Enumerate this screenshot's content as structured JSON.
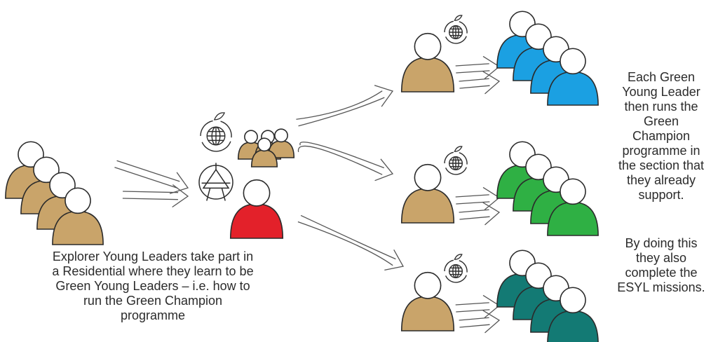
{
  "captions": {
    "left": "Explorer Young Leaders take part in\na Residential where they learn to be\nGreen Young Leaders – i.e. how to\nrun the Green Champion\nprogramme",
    "right_1": "Each Green\nYoung Leader\nthen runs the\nGreen\nChampion\nprogramme in\nthe section that\nthey already\nsupport.",
    "right_2": "By doing this\nthey also\ncomplete the\nESYL missions."
  },
  "colors": {
    "tan": "#c9a46a",
    "red": "#e3212a",
    "blue": "#1ba0e2",
    "green": "#2fb044",
    "teal": "#137a74",
    "outline": "#2b2b2b",
    "head": "#ffffff"
  },
  "icons": [
    "globe-cycle-icon",
    "scout-tent-icon"
  ]
}
